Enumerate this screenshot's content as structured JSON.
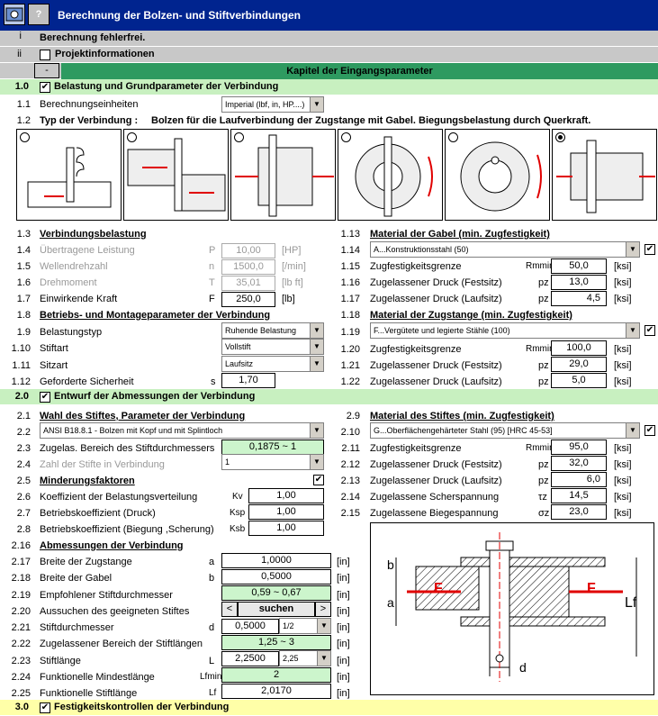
{
  "window": {
    "title": "Berechnung der Bolzen- und Stiftverbindungen",
    "help": "?"
  },
  "rows": {
    "i": {
      "num": "i",
      "text": "Berechnung fehlerfrei."
    },
    "ii": {
      "num": "ii",
      "text": "Projektinformationen"
    },
    "chapter": {
      "minus": "-",
      "text": "Kapitel der Eingangsparameter"
    },
    "r1_0": {
      "num": "1.0",
      "text": "Belastung und Grundparameter der Verbindung"
    },
    "r1_1": {
      "num": "1.1",
      "text": "Berechnungseinheiten",
      "dd": "Imperial (lbf, in, HP....)"
    },
    "r1_2": {
      "num": "1.2",
      "text": "Typ der Verbindung :",
      "desc": "Bolzen für die Laufverbindung der Zugstange mit Gabel. Biegungsbelastung durch Querkraft."
    },
    "r1_3": {
      "num": "1.3",
      "text": "Verbindungsbelastung"
    },
    "r1_4": {
      "num": "1.4",
      "text": "Übertragene Leistung",
      "sym": "P",
      "val": "10,00",
      "unit": "[HP]"
    },
    "r1_5": {
      "num": "1.5",
      "text": "Wellendrehzahl",
      "sym": "n",
      "val": "1500,0",
      "unit": "[/min]"
    },
    "r1_6": {
      "num": "1.6",
      "text": "Drehmoment",
      "sym": "T",
      "val": "35,01",
      "unit": "[lb ft]"
    },
    "r1_7": {
      "num": "1.7",
      "text": "Einwirkende Kraft",
      "sym": "F",
      "val": "250,0",
      "unit": "[lb]"
    },
    "r1_8": {
      "num": "1.8",
      "text": "Betriebs- und Montageparameter der Verbindung"
    },
    "r1_9": {
      "num": "1.9",
      "text": "Belastungstyp",
      "dd": "Ruhende Belastung"
    },
    "r1_10": {
      "num": "1.10",
      "text": "Stiftart",
      "dd": "Vollstift"
    },
    "r1_11": {
      "num": "1.11",
      "text": "Sitzart",
      "dd": "Laufsitz"
    },
    "r1_12": {
      "num": "1.12",
      "text": "Geforderte Sicherheit",
      "sym": "s",
      "val": "1,70"
    },
    "r1_13": {
      "num": "1.13",
      "text": "Material der Gabel (min. Zugfestigkeit)"
    },
    "r1_14": {
      "num": "1.14",
      "dd": "A...Konstruktionsstahl   (50)"
    },
    "r1_15": {
      "num": "1.15",
      "text": "Zugfestigkeitsgrenze",
      "sym": "Rmmin",
      "val": "50,0",
      "unit": "[ksi]"
    },
    "r1_16": {
      "num": "1.16",
      "text": "Zugelassener Druck (Festsitz)",
      "sym": "pz",
      "val": "13,0",
      "unit": "[ksi]"
    },
    "r1_17": {
      "num": "1.17",
      "text": "Zugelassener Druck (Laufsitz)",
      "sym": "pz",
      "val": "4,5",
      "unit": "[ksi]"
    },
    "r1_18": {
      "num": "1.18",
      "text": "Material der Zugstange (min. Zugfestigkeit)"
    },
    "r1_19": {
      "num": "1.19",
      "dd": "F...Vergütete und legierte Stähle   (100)"
    },
    "r1_20": {
      "num": "1.20",
      "text": "Zugfestigkeitsgrenze",
      "sym": "Rmmin",
      "val": "100,0",
      "unit": "[ksi]"
    },
    "r1_21": {
      "num": "1.21",
      "text": "Zugelassener Druck (Festsitz)",
      "sym": "pz",
      "val": "29,0",
      "unit": "[ksi]"
    },
    "r1_22": {
      "num": "1.22",
      "text": "Zugelassener Druck (Laufsitz)",
      "sym": "pz",
      "val": "5,0",
      "unit": "[ksi]"
    },
    "r2_0": {
      "num": "2.0",
      "text": "Entwurf der Abmessungen der Verbindung"
    },
    "r2_1": {
      "num": "2.1",
      "text": "Wahl des Stiftes, Parameter der Verbindung"
    },
    "r2_2": {
      "num": "2.2",
      "dd": "ANSI B18.8.1  -  Bolzen mit Kopf und mit Splintloch"
    },
    "r2_3": {
      "num": "2.3",
      "text": "Zugelas. Bereich des Stiftdurchmessers",
      "val": "0,1875 ~ 1"
    },
    "r2_4": {
      "num": "2.4",
      "text": "Zahl der Stifte in Verbindung",
      "dd": "1"
    },
    "r2_5": {
      "num": "2.5",
      "text": "Minderungsfaktoren"
    },
    "r2_6": {
      "num": "2.6",
      "text": "Koeffizient der Belastungsverteilung",
      "sym": "Kv",
      "val": "1,00"
    },
    "r2_7": {
      "num": "2.7",
      "text": "Betriebskoeffizient (Druck)",
      "sym": "Ksp",
      "val": "1,00"
    },
    "r2_8": {
      "num": "2.8",
      "text": "Betriebskoeffizient (Biegung ,Scherung)",
      "sym": "Ksb",
      "val": "1,00"
    },
    "r2_9": {
      "num": "2.9",
      "text": "Material des Stiftes  (min. Zugfestigkeit)"
    },
    "r2_10": {
      "num": "2.10",
      "dd": "G...Oberflächengehärteter Stahl   (95)    [HRC 45-53]"
    },
    "r2_11": {
      "num": "2.11",
      "text": "Zugfestigkeitsgrenze",
      "sym": "Rmmin",
      "val": "95,0",
      "unit": "[ksi]"
    },
    "r2_12": {
      "num": "2.12",
      "text": "Zugelassener Druck (Festsitz)",
      "sym": "pz",
      "val": "32,0",
      "unit": "[ksi]"
    },
    "r2_13": {
      "num": "2.13",
      "text": "Zugelassener Druck (Laufsitz)",
      "sym": "pz",
      "val": "6,0",
      "unit": "[ksi]"
    },
    "r2_14": {
      "num": "2.14",
      "text": "Zugelassene Scherspannung",
      "sym": "τz",
      "val": "14,5",
      "unit": "[ksi]"
    },
    "r2_15": {
      "num": "2.15",
      "text": "Zugelassene Biegespannung",
      "sym": "σz",
      "val": "23,0",
      "unit": "[ksi]"
    },
    "r2_16": {
      "num": "2.16",
      "text": "Abmessungen der Verbindung"
    },
    "r2_17": {
      "num": "2.17",
      "text": "Breite der Zugstange",
      "sym": "a",
      "val": "1,0000",
      "unit": "[in]"
    },
    "r2_18": {
      "num": "2.18",
      "text": "Breite der Gabel",
      "sym": "b",
      "val": "0,5000",
      "unit": "[in]"
    },
    "r2_19": {
      "num": "2.19",
      "text": "Empfohlener Stiftdurchmesser",
      "val": "0,59 ~ 0,67",
      "unit": "[in]"
    },
    "r2_20": {
      "num": "2.20",
      "text": "Aussuchen des geeigneten Stiftes",
      "prev": "<",
      "search": "suchen",
      "next": ">",
      "unit": "[in]"
    },
    "r2_21": {
      "num": "2.21",
      "text": "Stiftdurchmesser",
      "sym": "d",
      "val": "0,5000",
      "dd": "1/2",
      "unit": "[in]"
    },
    "r2_22": {
      "num": "2.22",
      "text": "Zugelassener Bereich der Stiftlängen",
      "val": "1,25 ~ 3",
      "unit": "[in]"
    },
    "r2_23": {
      "num": "2.23",
      "text": "Stiftlänge",
      "sym": "L",
      "val": "2,2500",
      "dd": "2,25",
      "unit": "[in]"
    },
    "r2_24": {
      "num": "2.24",
      "text": "Funktionelle Mindestlänge",
      "sym": "Lfmin",
      "val": "2",
      "unit": "[in]"
    },
    "r2_25": {
      "num": "2.25",
      "text": "Funktionelle Stiftlänge",
      "sym": "Lf",
      "val": "2,0170",
      "unit": "[in]"
    },
    "r3_0": {
      "num": "3.0",
      "text": "Festigkeitskontrollen der Verbindung"
    }
  },
  "diagram": {
    "b": "b",
    "a": "a",
    "F": "F",
    "Lf": "Lf",
    "d": "d"
  },
  "colors": {
    "title": "#00248f",
    "header": "#c8f0c0",
    "chapter": "#2e9a60",
    "yellow": "#ffffa8",
    "accent": "#e00000"
  }
}
